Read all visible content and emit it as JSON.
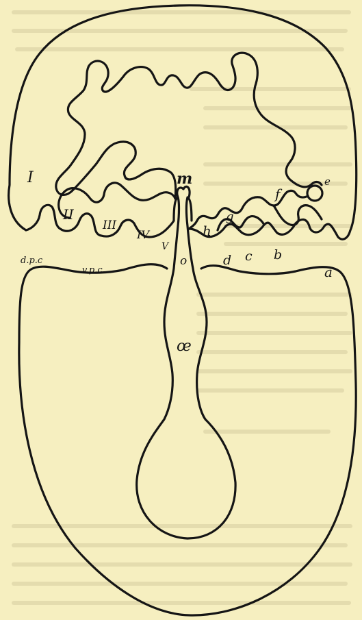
{
  "labels": {
    "I": "I",
    "II": "II",
    "III": "III",
    "IV": "IV",
    "V": "V",
    "m": "m",
    "o": "o",
    "oe": "œ",
    "h": "h",
    "g": "g",
    "f": "f",
    "e": "e",
    "d": "d",
    "c": "c",
    "b": "b",
    "a": "a",
    "dpc": "d.p.c",
    "vpc": "v.p.c."
  },
  "colors": {
    "paper": "#f6efc0",
    "ink": "#151515",
    "bleed": "#e4dcae"
  }
}
